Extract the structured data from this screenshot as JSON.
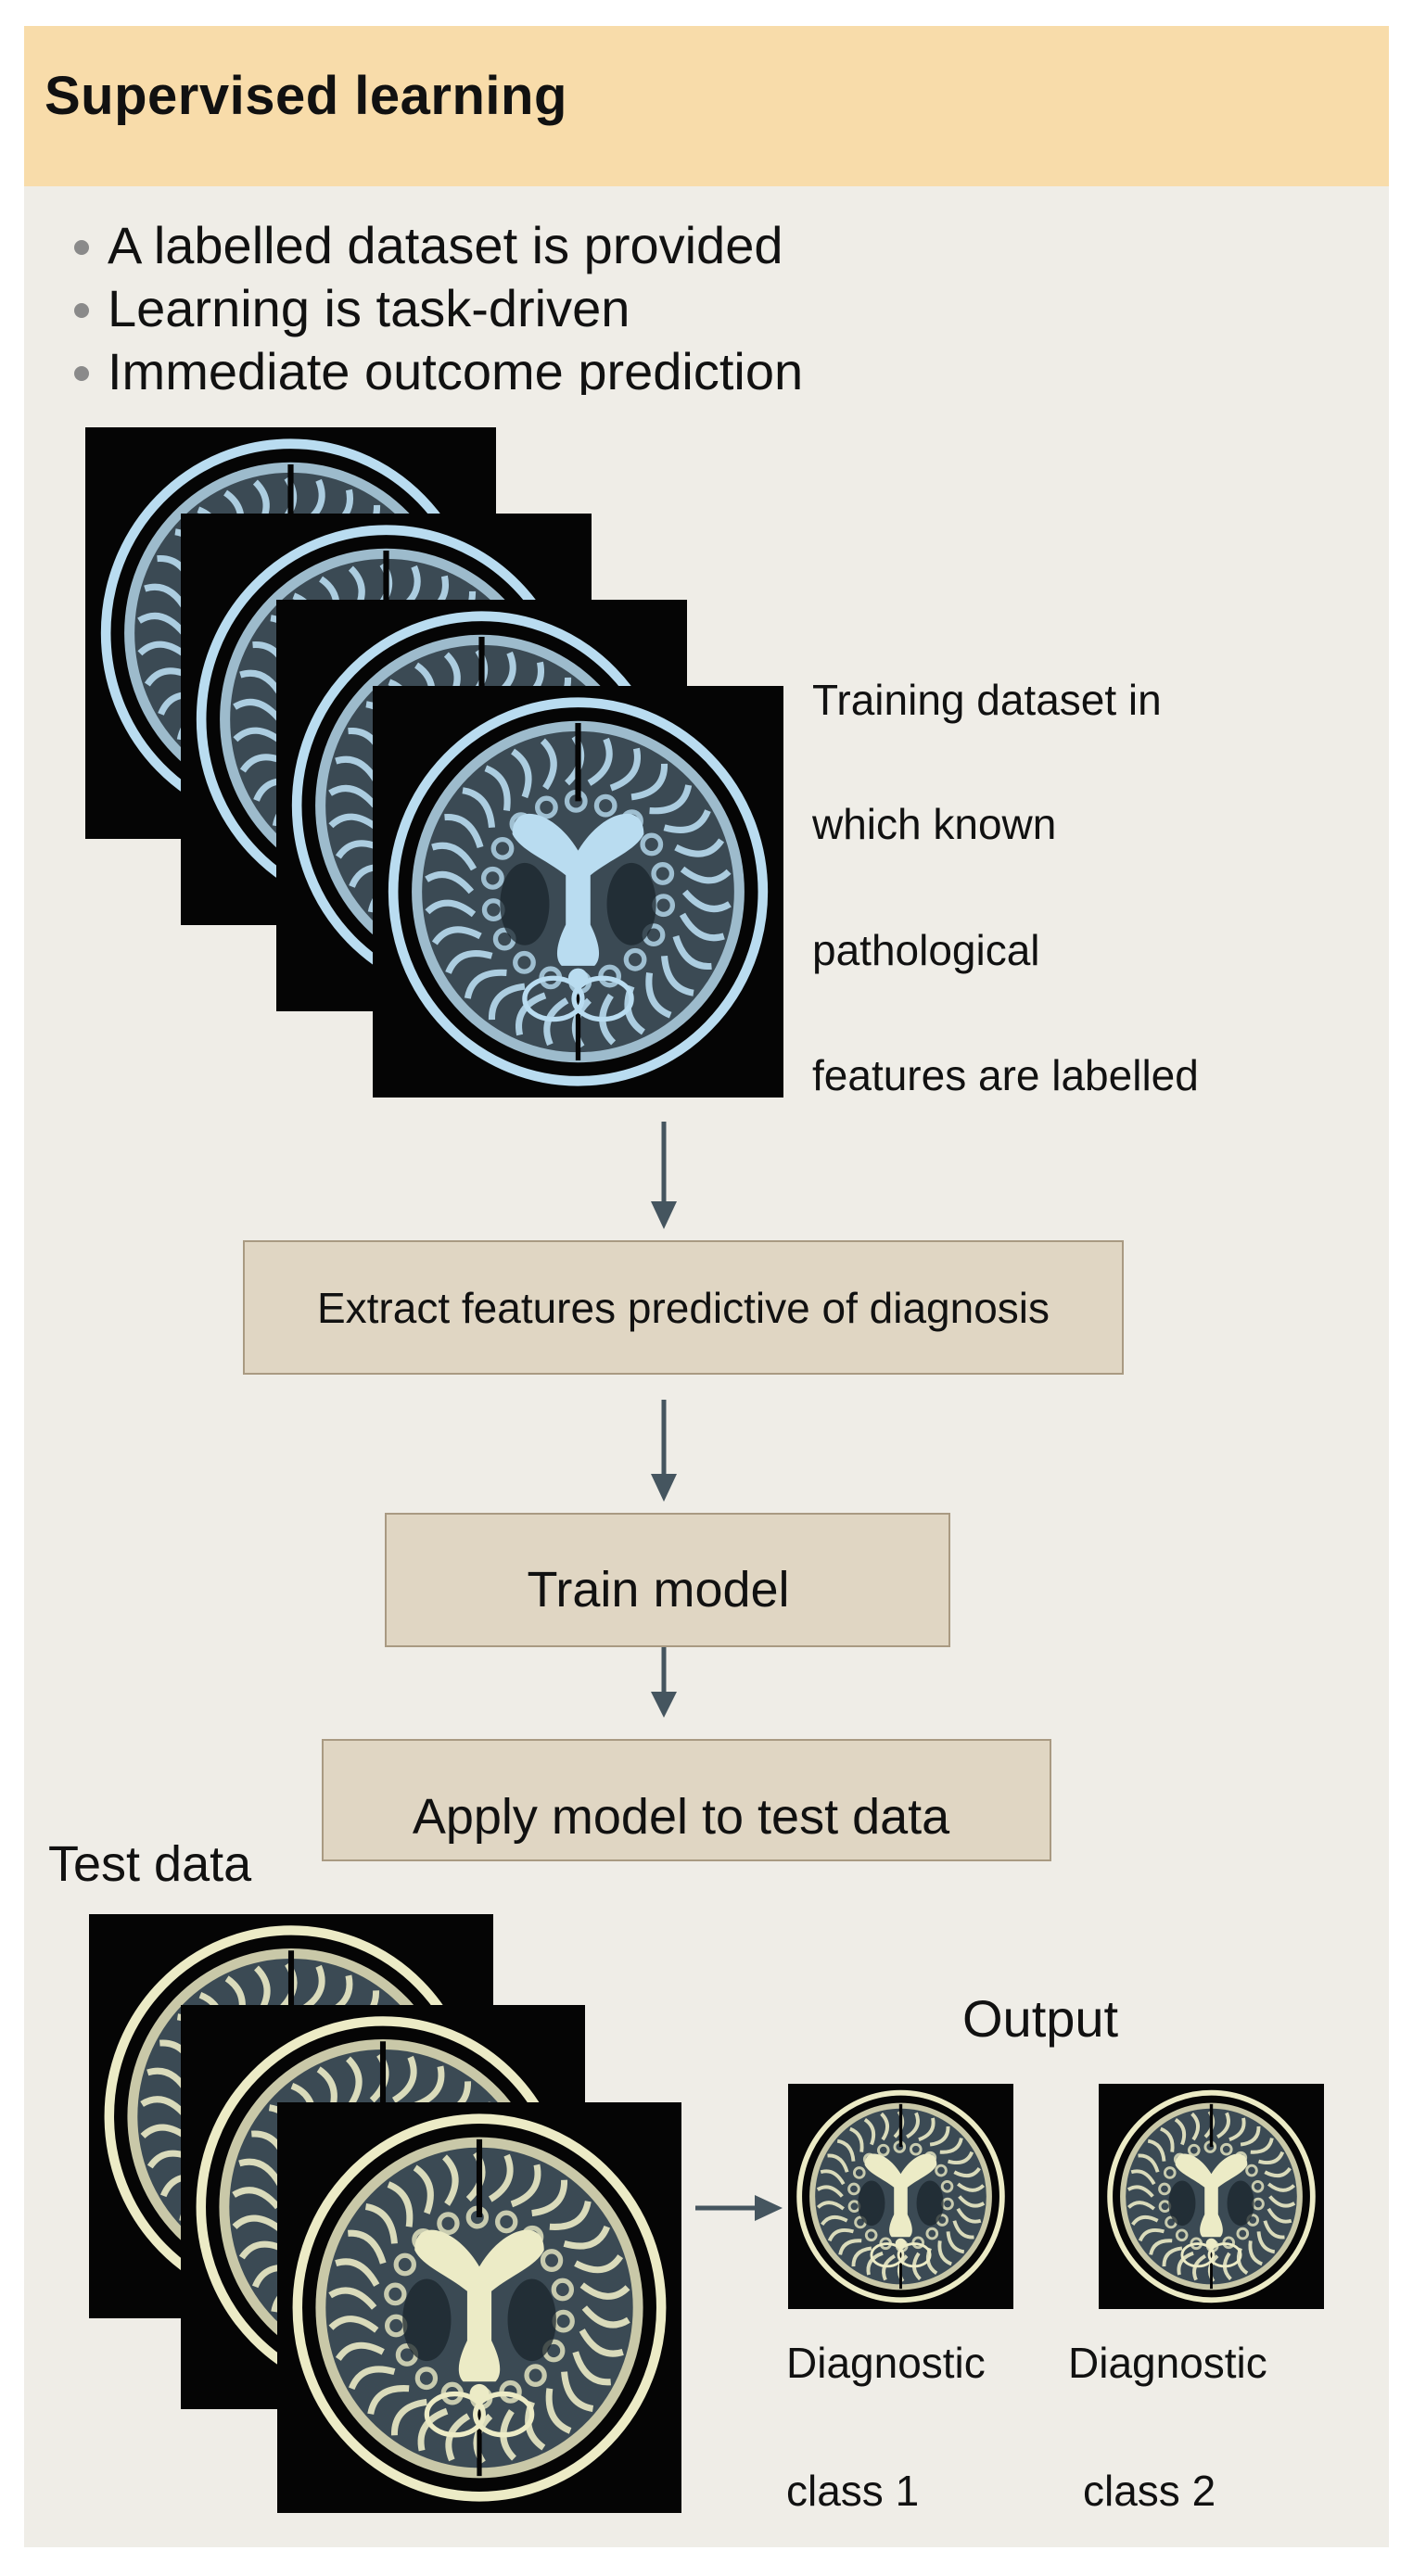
{
  "header": {
    "title": "Supervised  learning"
  },
  "bullets": [
    "A labelled dataset is provided",
    "Learning is task-driven",
    "Immediate outcome prediction"
  ],
  "training": {
    "caption_lines": [
      "Training dataset in",
      "which known",
      "pathological",
      "features are labelled"
    ]
  },
  "steps": {
    "extract": "Extract features predictive of diagnosis",
    "train": "Train model",
    "apply": "Apply model to test data"
  },
  "test": {
    "label": "Test data"
  },
  "output": {
    "title": "Output",
    "class1": {
      "line1": "Diagnostic",
      "line2": "class 1"
    },
    "class2": {
      "line1": "Diagnostic",
      "line2": "class 2"
    }
  },
  "colors": {
    "header_bg": "#f8dcaa",
    "panel_bg": "#efede7",
    "box_fill": "#e0d6c3",
    "arrow": "#45555f",
    "scan_blue": "#b9dcf0",
    "scan_yellow": "#ecebc6"
  },
  "icons": [
    "brain-mri-scan-icon",
    "arrow-down-icon",
    "arrow-right-icon"
  ]
}
